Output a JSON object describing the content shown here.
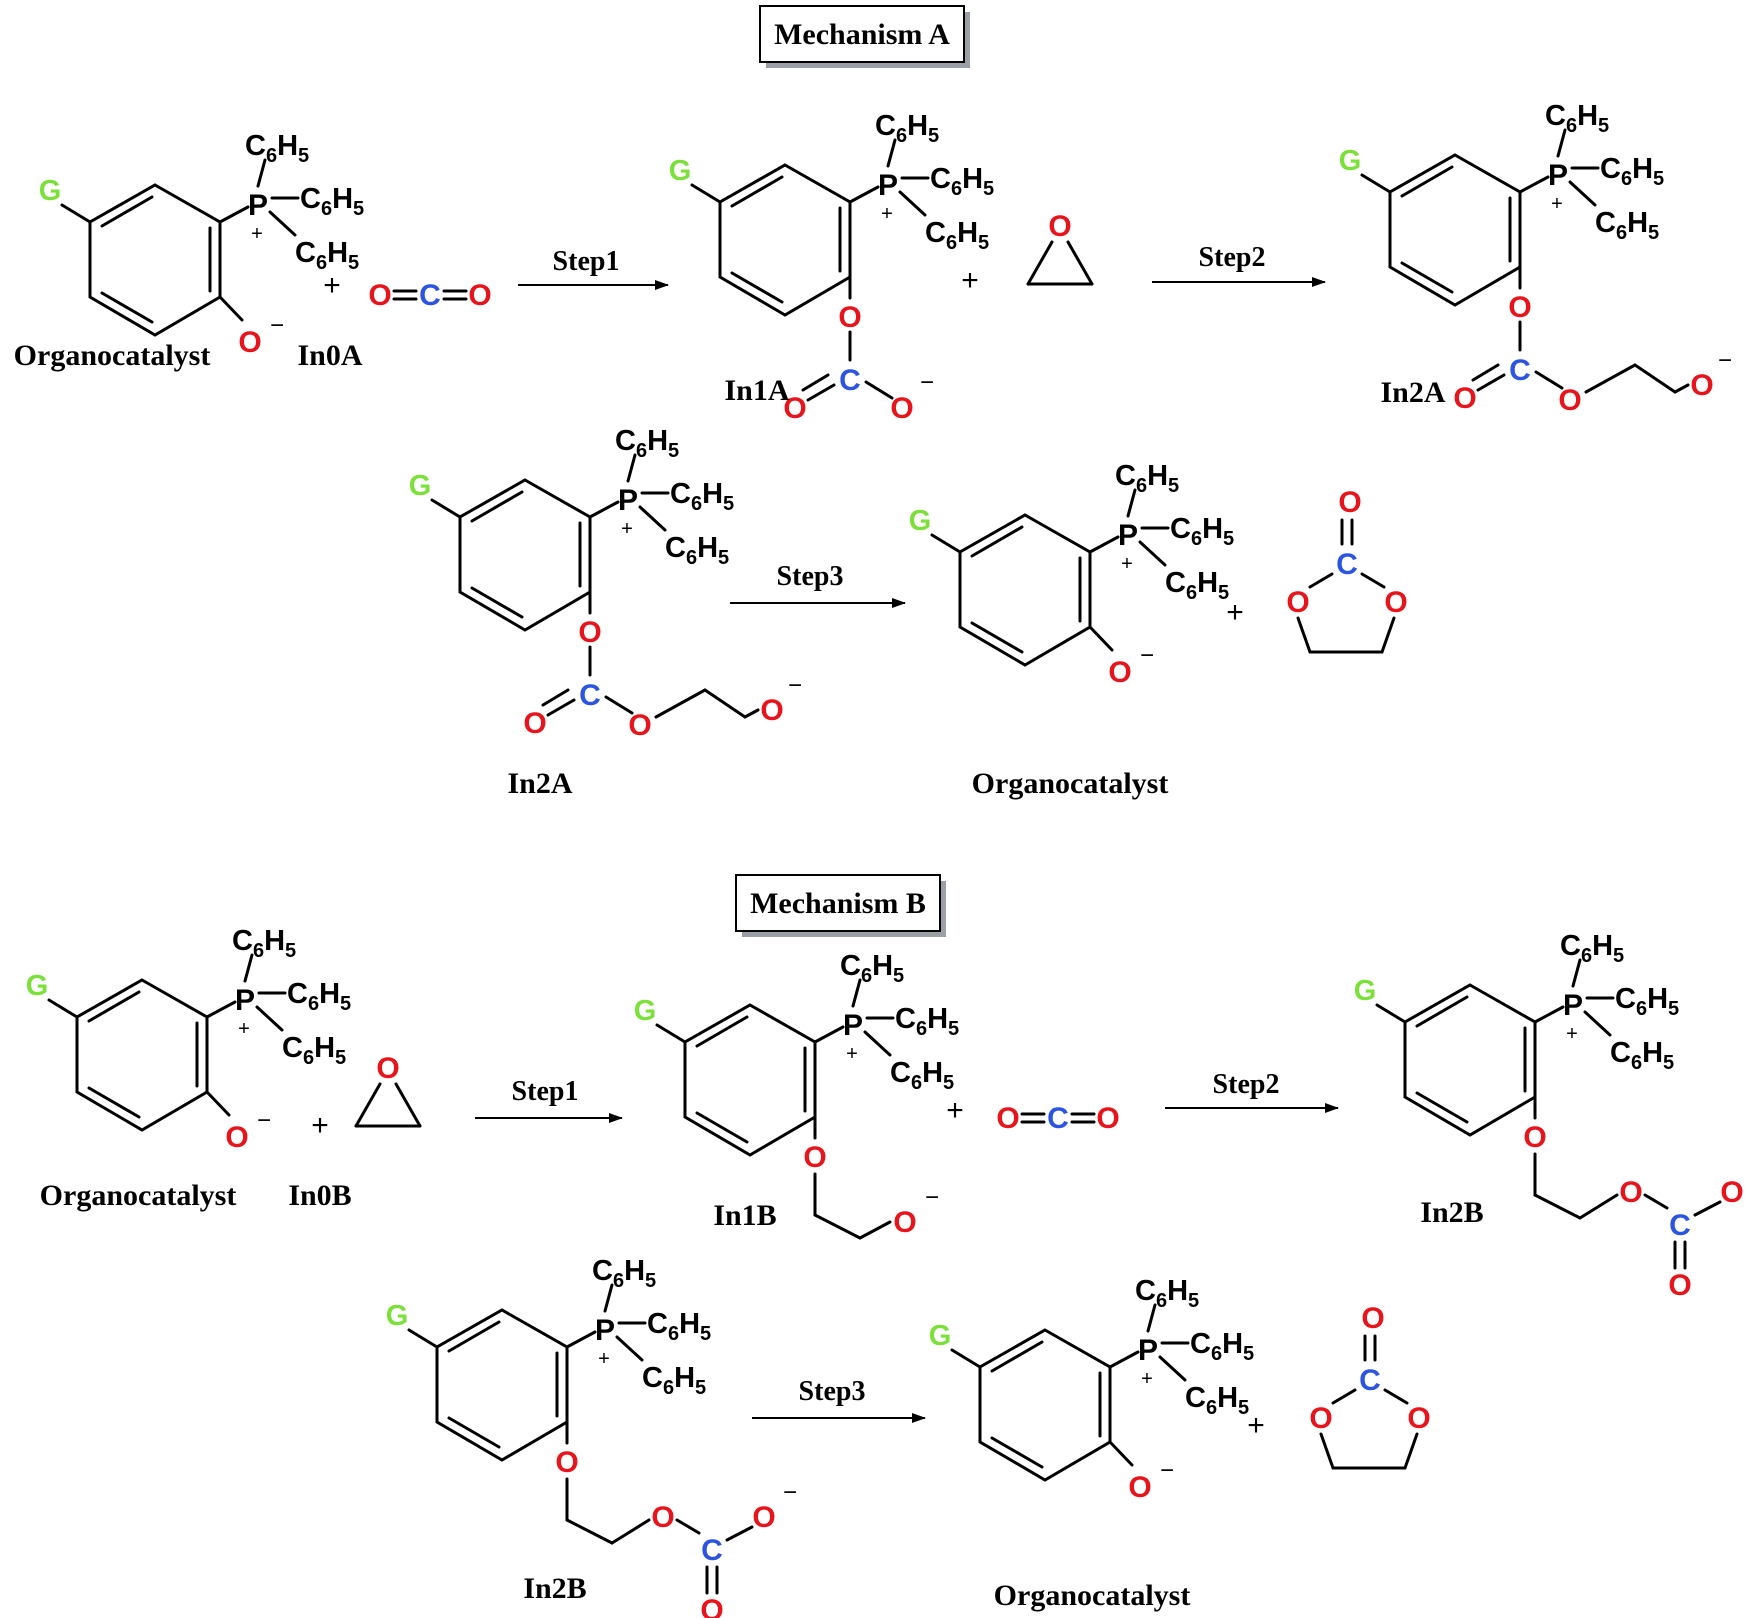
{
  "mechanism_a": {
    "title": "Mechanism A",
    "step1": "Step1",
    "step2": "Step2",
    "step3": "Step3",
    "organocatalyst": "Organocatalyst",
    "in0": "In0A",
    "in1": "In1A",
    "in2": "In2A",
    "in2_repeat": "In2A",
    "product_catalyst": "Organocatalyst"
  },
  "mechanism_b": {
    "title": "Mechanism B",
    "step1": "Step1",
    "step2": "Step2",
    "step3": "Step3",
    "organocatalyst": "Organocatalyst",
    "in0": "In0B",
    "in1": "In1B",
    "in2": "In2B",
    "in2_repeat": "In2B",
    "product_catalyst": "Organocatalyst"
  },
  "atoms": {
    "substituent": "G",
    "phosphorus": "P",
    "oxygen": "O",
    "carbon": "C",
    "phenyl_c": "C",
    "phenyl_c_count": "6",
    "phenyl_h": "H",
    "phenyl_h_count": "5",
    "plus_charge": "+",
    "minus_charge": "−",
    "plus_sign": "+"
  },
  "colors": {
    "substituent": "#7ce03a",
    "oxygen": "#e8141c",
    "carbon": "#2b54e0",
    "bond": "#000000"
  }
}
